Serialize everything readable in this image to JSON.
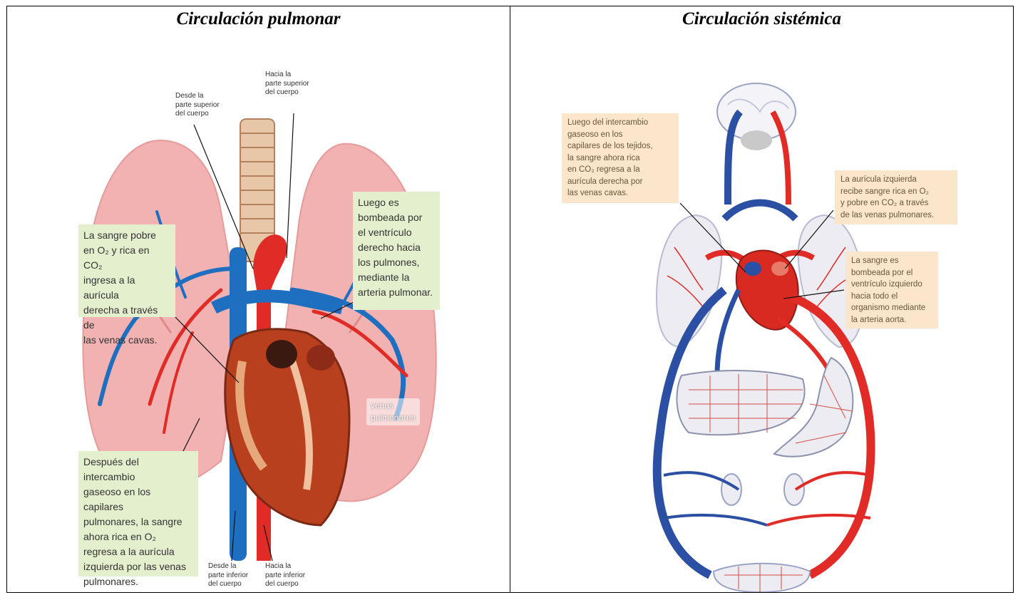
{
  "left_panel": {
    "title": "Circulación pulmonar",
    "labels": {
      "from_upper_1": "Desde la",
      "from_upper_2": "parte superior",
      "from_upper_3": "del cuerpo",
      "to_upper_1": "Hacia la",
      "to_upper_2": "parte superior",
      "to_upper_3": "del cuerpo",
      "from_lower_1": "Desde la",
      "from_lower_2": "parte inferior",
      "from_lower_3": "del cuerpo",
      "to_lower_1": "Hacia la",
      "to_lower_2": "parte inferior",
      "to_lower_3": "del cuerpo",
      "pulmonary_veins_1": "venas",
      "pulmonary_veins_2": "pulmonares"
    },
    "boxes": {
      "poor_blood": [
        "La sangre pobre",
        "en O₂ y rica en CO₂",
        "ingresa a la aurícula",
        "derecha a través de",
        "las venas cavas."
      ],
      "pumped": [
        "Luego es",
        "bombeada por",
        "el ventrículo",
        "derecho hacia",
        "los pulmones,",
        "mediante la",
        "arteria pulmonar."
      ],
      "after_exchange": [
        "Después del intercambio",
        "gaseoso en los capilares",
        "pulmonares, la sangre",
        "ahora rica en O₂",
        "regresa a la aurícula",
        "izquierda por las venas",
        "pulmonares."
      ]
    }
  },
  "right_panel": {
    "title": "Circulación sistémica",
    "boxes": {
      "after_tissue": [
        "Luego del intercambio",
        "gaseoso en los",
        "capilares de los tejidos,",
        "la sangre ahora rica",
        "en CO₂ regresa a la",
        "aurícula derecha por",
        "las venas cavas."
      ],
      "left_atrium": [
        "La aurícula izquierda",
        "recibe sangre rica en O₂",
        "y pobre en CO₂ a través",
        "de las venas pulmonares."
      ],
      "left_ventricle": [
        "La sangre es",
        "bombeada por el",
        "ventrículo izquierdo",
        "hacia todo el",
        "organismo mediante",
        "la arteria aorta."
      ]
    }
  },
  "colors": {
    "artery_red": "#e02b26",
    "vein_blue": "#1f6fc0",
    "lung_pink": "#f2b2b2",
    "green_box": "#e4efce",
    "tan_box": "#fbe6cc"
  }
}
